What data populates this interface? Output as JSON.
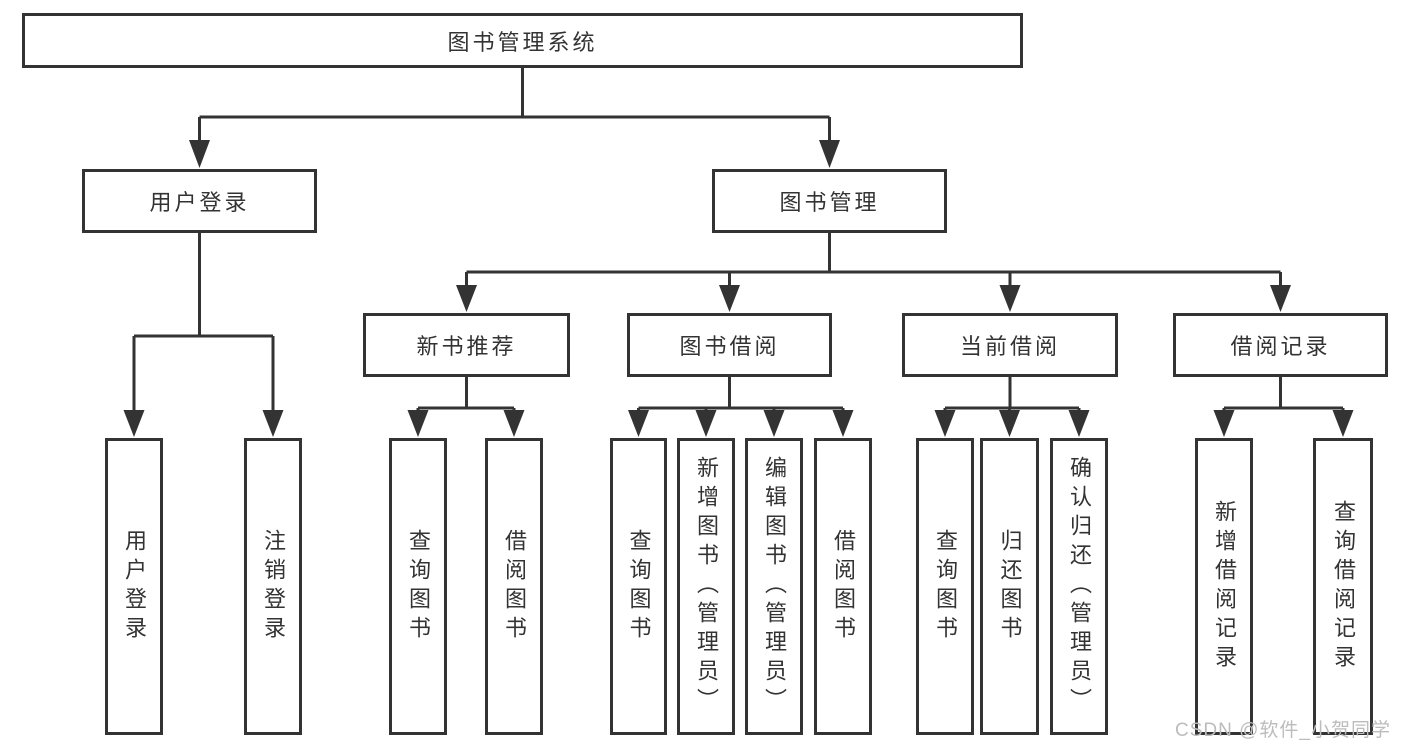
{
  "org": {
    "root": {
      "label": "图书管理系统"
    },
    "children": [
      {
        "label": "用户登录",
        "children": [
          {
            "label": "用户登录"
          },
          {
            "label": "注销登录"
          }
        ]
      },
      {
        "label": "图书管理",
        "children": [
          {
            "label": "新书推荐",
            "children": [
              {
                "label": "查询图书"
              },
              {
                "label": "借阅图书"
              }
            ]
          },
          {
            "label": "图书借阅",
            "children": [
              {
                "label": "查询图书"
              },
              {
                "label": "新增图书（管理员）"
              },
              {
                "label": "编辑图书（管理员）"
              },
              {
                "label": "借阅图书"
              }
            ]
          },
          {
            "label": "当前借阅",
            "children": [
              {
                "label": "查询图书"
              },
              {
                "label": "归还图书"
              },
              {
                "label": "确认归还（管理员）"
              }
            ]
          },
          {
            "label": "借阅记录",
            "children": [
              {
                "label": "新增借阅记录"
              },
              {
                "label": "查询借阅记录"
              }
            ]
          }
        ]
      }
    ]
  },
  "watermark": {
    "text": "CSDN @软件_小贺同学"
  },
  "colors": {
    "line": "#333333",
    "text": "#333333",
    "background": "#ffffff",
    "watermark": "#bcbcbc"
  }
}
